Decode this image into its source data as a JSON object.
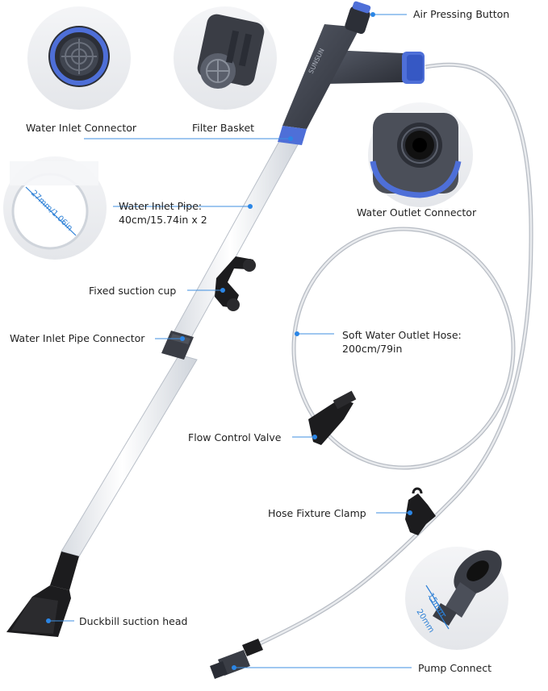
{
  "colors": {
    "callout_line": "#3f8fe0",
    "callout_dot": "#2b86e6",
    "accent_blue": "#4e6fd8",
    "body_dark": "#3b3f4a",
    "tube": "#eef0f3",
    "tube_edge": "#b9bfc8",
    "hose": "#c9cdd3",
    "black": "#1c1c1e"
  },
  "labels": {
    "air_pressing_button": "Air Pressing Button",
    "water_inlet_connector": "Water Inlet Connector",
    "filter_basket": "Filter Basket",
    "water_outlet_connector": "Water Outlet Connector",
    "water_inlet_pipe_line1": "Water Inlet Pipe:",
    "water_inlet_pipe_line2": "40cm/15.74in x 2",
    "fixed_suction_cup": "Fixed suction cup",
    "water_inlet_pipe_connector": "Water Inlet Pipe Connector",
    "soft_hose_line1": "Soft Water Outlet Hose:",
    "soft_hose_line2": "200cm/79in",
    "flow_control_valve": "Flow Control Valve",
    "hose_fixture_clamp": "Hose Fixture Clamp",
    "duckbill_suction_head": "Duckbill suction head",
    "pump_connect": "Pump Connect"
  },
  "dimensions": {
    "pipe_diameter": "27mm/1.06in",
    "pump_outer": "20mm",
    "pump_inner": "15mm"
  },
  "logo_text": "SUNSUN"
}
